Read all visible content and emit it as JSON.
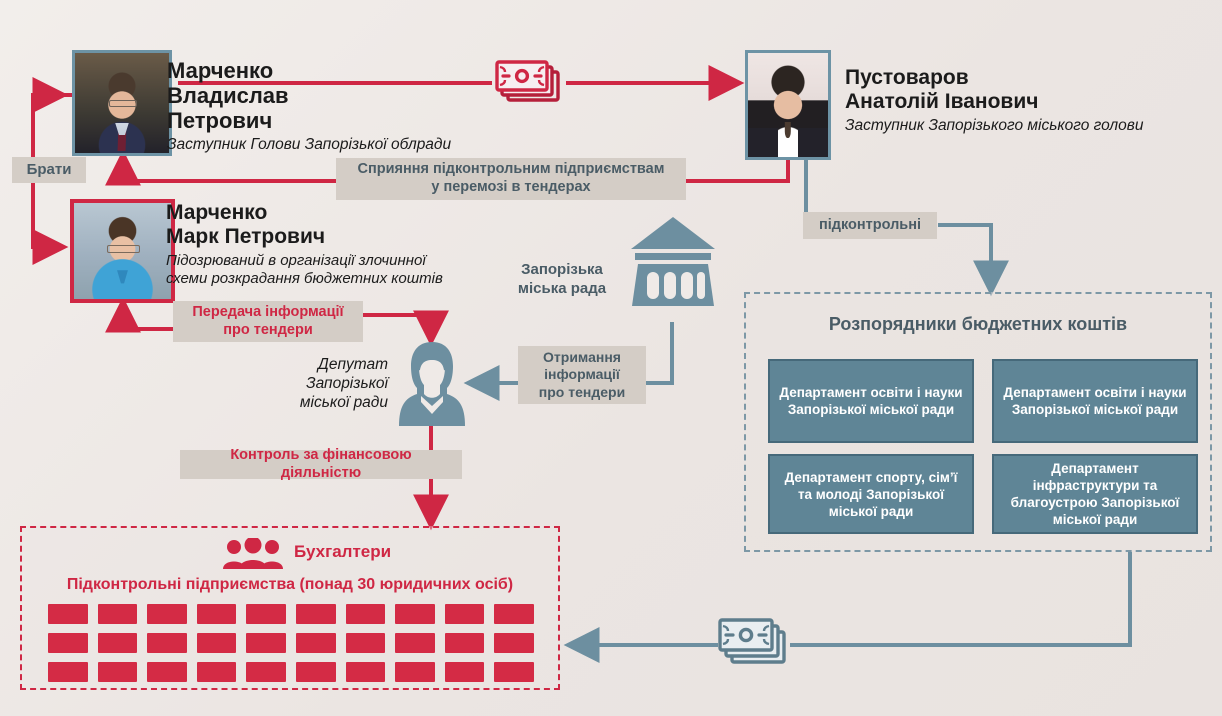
{
  "persons": [
    {
      "id": "marchenko-vladyslav",
      "name_line1": "Марченко",
      "name_line2": "Владислав",
      "name_line3": "Петрович",
      "role": "Заступник Голови Запорізької облради",
      "frame_color": "#6d93a5"
    },
    {
      "id": "pustovarov-anatolii",
      "name_line1": "Пустоваров",
      "name_line2": "Анатолій Іванович",
      "name_line3": "",
      "role": "Заступник Запорізького міського голови",
      "frame_color": "#6d93a5"
    },
    {
      "id": "marchenko-mark",
      "name_line1": "Марченко",
      "name_line2": "Марк Петрович",
      "name_line3": "",
      "role_line1": "Підозрюваний в організації злочинної",
      "role_line2": "схеми розкрадання бюджетних коштів",
      "frame_color": "#cf2744"
    }
  ],
  "labels": {
    "brothers": "Брати",
    "assistance": "Сприяння підконтрольним підприємствам\nу перемозі в тендерах",
    "assistance_l1": "Сприяння підконтрольним підприємствам",
    "assistance_l2": "у перемозі в тендерах",
    "controlled": "підконтрольні",
    "transfer_l1": "Передача інформації",
    "transfer_l2": "про тендери",
    "receive_l1": "Отримання",
    "receive_l2": "інформації",
    "receive_l3": "про тендери",
    "financial_control": "Контроль за фінансовою діяльністю",
    "city_council_l1": "Запорізька",
    "city_council_l2": "міська рада",
    "deputy_l1": "Депутат",
    "deputy_l2": "Запорізької",
    "deputy_l3": "міської ради"
  },
  "budget_panel": {
    "title": "Розпорядники бюджетних коштів",
    "departments": [
      "Департамент освіти і науки Запорізької міської ради",
      "Департамент освіти і науки Запорізької міської ради",
      "Департамент спорту, сім’ї та молоді Запорізької міської ради",
      "Департамент інфраструктури та благоустрою Запорізької міської ради"
    ]
  },
  "firms_panel": {
    "accountants": "Бухгалтери",
    "title": "Підконтрольні підприємства (понад 30 юридичних осіб)",
    "rows": 3,
    "columns": 10
  },
  "icons": {
    "money_top": "banknotes-icon",
    "money_bottom": "banknotes-icon",
    "bank": "bank-building-icon",
    "deputy": "person-female-icon",
    "accountants": "people-group-icon"
  },
  "colors": {
    "red": "#cf2744",
    "red_dark": "#b51f3a",
    "blue": "#6d8fa0",
    "blue_dark": "#4a697a",
    "chip_bg": "#d4cdc6",
    "chip_text_gray": "#4a5c66",
    "background": "#efeae7",
    "dept_fill": "#5f8596"
  }
}
